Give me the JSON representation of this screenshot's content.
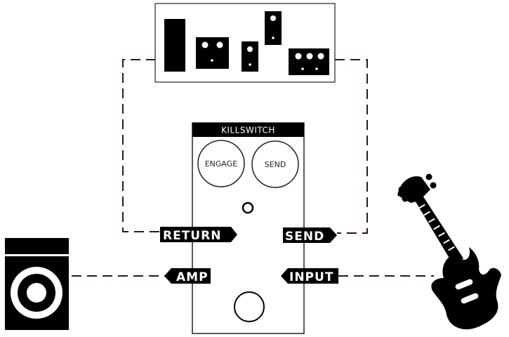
{
  "pedal": {
    "title": "KILLSWITCH",
    "buttons": [
      {
        "label": "ENGAGE"
      },
      {
        "label": "SEND"
      }
    ]
  },
  "jacks": {
    "return": "RETURN",
    "send": "SEND",
    "amp": "AMP",
    "input": "INPUT"
  },
  "icons": {
    "effects_chain": "pedalboard-effects-icon",
    "amplifier": "amplifier-speaker-icon",
    "guitar": "electric-guitar-icon"
  },
  "colors": {
    "ink": "#000000",
    "cable": "#3a1414",
    "background": "#ffffff"
  }
}
